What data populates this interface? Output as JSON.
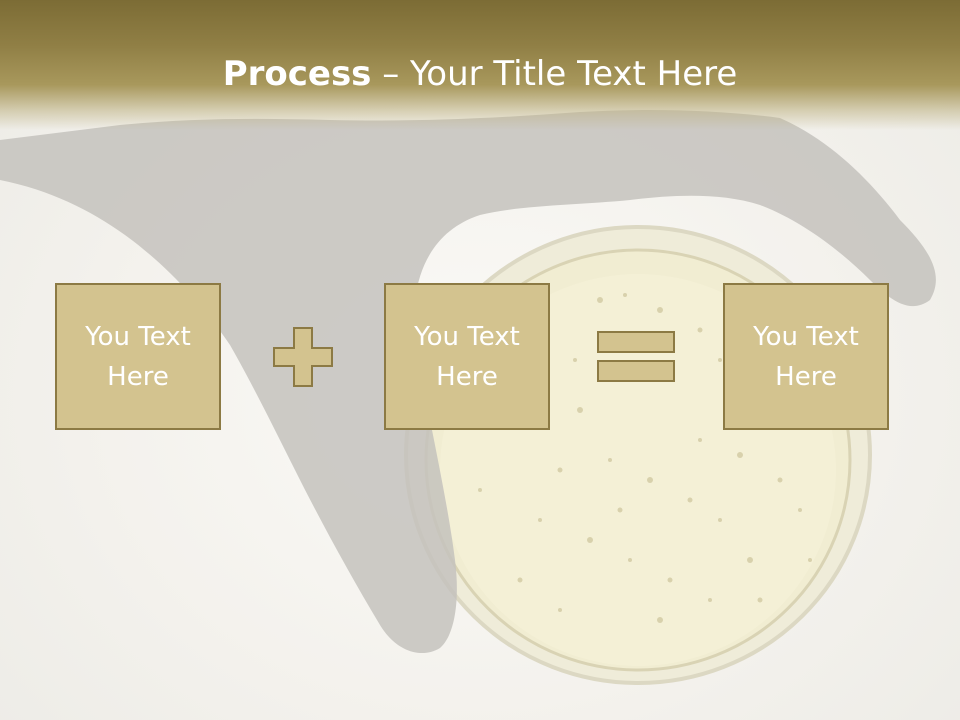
{
  "header": {
    "title_bold": "Process",
    "title_rest": " – Your Title Text Here"
  },
  "process": {
    "boxes": [
      {
        "label": "You Text Here"
      },
      {
        "label": "You Text Here"
      },
      {
        "label": "You Text Here"
      }
    ],
    "operators": [
      "plus-icon",
      "equals-icon"
    ]
  },
  "colors": {
    "header": "#7c6c35",
    "box_fill": "#d3c38f",
    "box_border": "#8c7a44",
    "text": "#ffffff"
  }
}
